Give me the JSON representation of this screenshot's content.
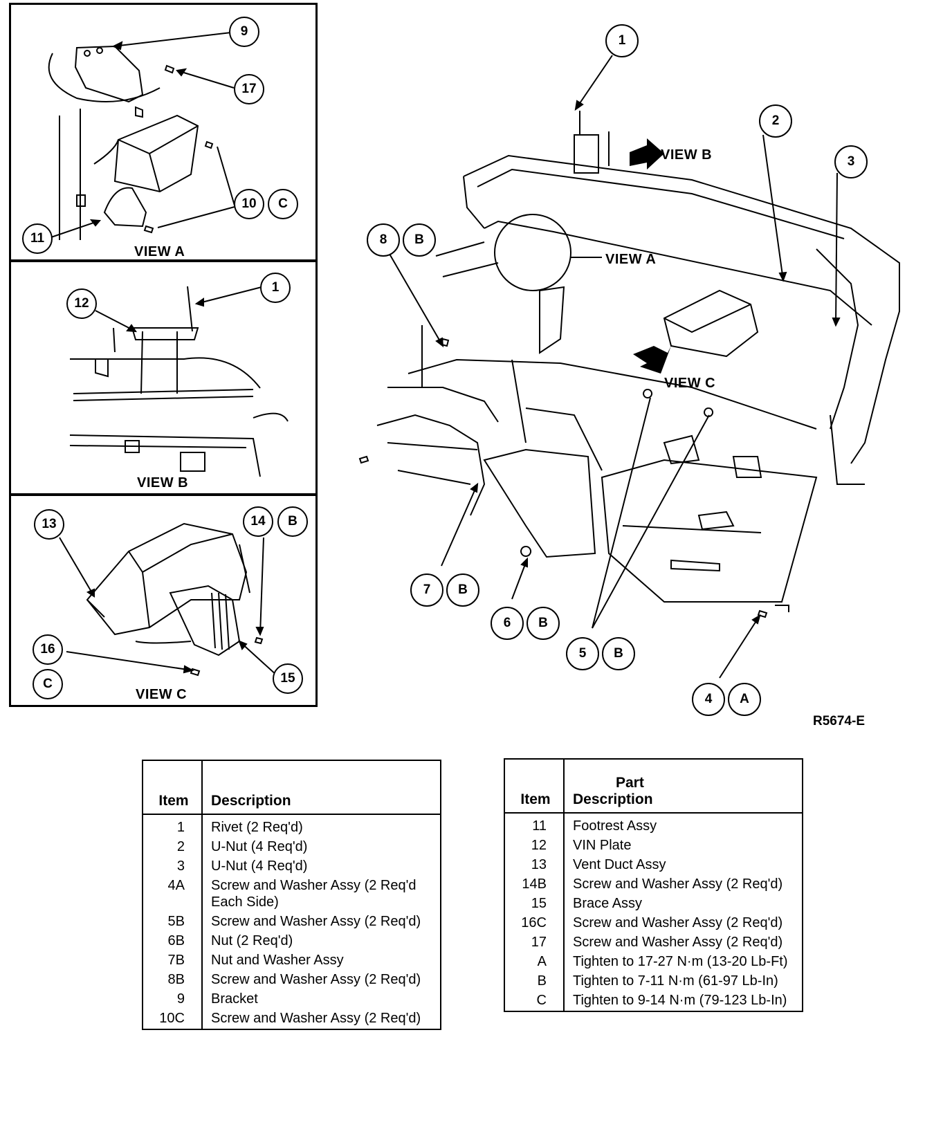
{
  "views": {
    "a": {
      "label": "VIEW A",
      "callouts": {
        "c9": "9",
        "c17": "17",
        "c10": "10",
        "cC": "C",
        "c11": "11"
      }
    },
    "b": {
      "label": "VIEW B",
      "callouts": {
        "c12": "12",
        "c1": "1"
      }
    },
    "c": {
      "label": "VIEW C",
      "callouts": {
        "c13": "13",
        "c14": "14",
        "cB": "B",
        "c16": "16",
        "cC": "C",
        "c15": "15"
      }
    }
  },
  "main": {
    "pointer_labels": {
      "view_a": "VIEW A",
      "view_b": "VIEW B",
      "view_c": "VIEW C"
    },
    "callouts": {
      "c1": "1",
      "c2": "2",
      "c3": "3",
      "c8": "8",
      "c8b": "B",
      "c7": "7",
      "c7b": "B",
      "c6": "6",
      "c6b": "B",
      "c5": "5",
      "c5b": "B",
      "c4": "4",
      "c4a": "A"
    },
    "reference_code": "R5674-E"
  },
  "tables": {
    "left": {
      "headers": {
        "item": "Item",
        "desc_top": "",
        "desc": "Description"
      },
      "rows": [
        {
          "item": "1",
          "desc": "Rivet (2 Req'd)"
        },
        {
          "item": "2",
          "desc": "U-Nut (4 Req'd)"
        },
        {
          "item": "3",
          "desc": "U-Nut (4 Req'd)"
        },
        {
          "item": "4A",
          "desc": "Screw and Washer Assy (2 Req'd Each Side)"
        },
        {
          "item": "5B",
          "desc": "Screw and Washer Assy (2 Req'd)"
        },
        {
          "item": "6B",
          "desc": "Nut (2 Req'd)"
        },
        {
          "item": "7B",
          "desc": "Nut and Washer Assy"
        },
        {
          "item": "8B",
          "desc": "Screw and Washer Assy (2 Req'd)"
        },
        {
          "item": "9",
          "desc": "Bracket"
        },
        {
          "item": "10C",
          "desc": "Screw and Washer Assy (2 Req'd)"
        }
      ]
    },
    "right": {
      "headers": {
        "item": "Item",
        "desc_top": "Part",
        "desc": "Description"
      },
      "rows": [
        {
          "item": "11",
          "desc": "Footrest Assy"
        },
        {
          "item": "12",
          "desc": "VIN Plate"
        },
        {
          "item": "13",
          "desc": "Vent Duct Assy"
        },
        {
          "item": "14B",
          "desc": "Screw and Washer Assy (2 Req'd)"
        },
        {
          "item": "15",
          "desc": "Brace Assy"
        },
        {
          "item": "16C",
          "desc": "Screw and Washer Assy (2 Req'd)"
        },
        {
          "item": "17",
          "desc": "Screw and Washer Assy (2 Req'd)"
        },
        {
          "item": "A",
          "desc": "Tighten to 17-27 N·m (13-20 Lb-Ft)"
        },
        {
          "item": "B",
          "desc": "Tighten to 7-11 N·m (61-97 Lb-In)"
        },
        {
          "item": "C",
          "desc": "Tighten to 9-14 N·m (79-123 Lb-In)"
        }
      ]
    }
  }
}
